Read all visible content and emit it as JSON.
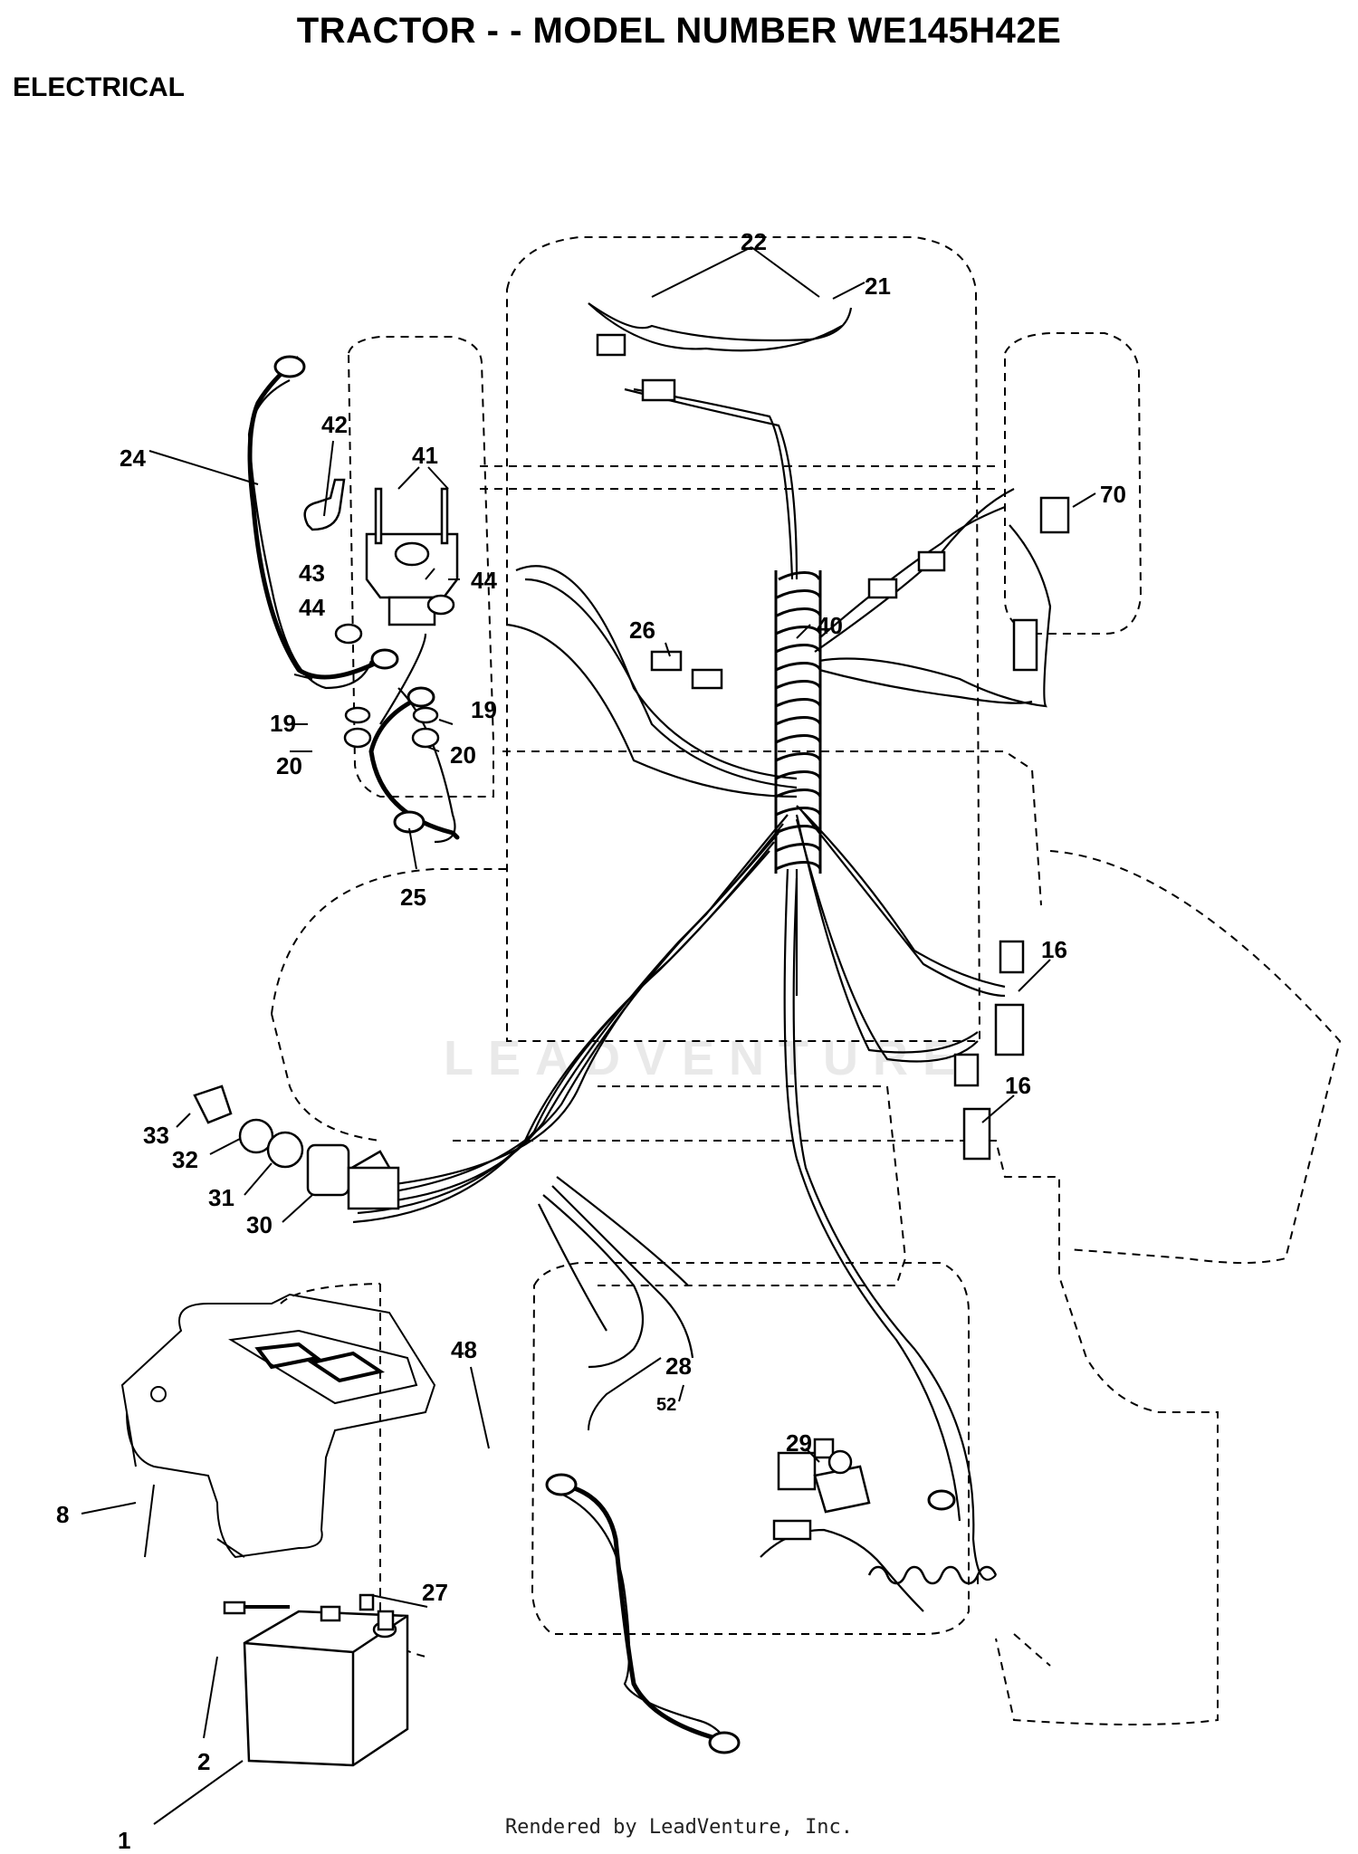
{
  "header": {
    "title": "TRACTOR - - MODEL NUMBER WE145H42E",
    "section": "ELECTRICAL"
  },
  "watermark": "LEADVENTURE",
  "footer": "Rendered by LeadVenture, Inc.",
  "callouts": [
    "1",
    "2",
    "8",
    "16",
    "16",
    "19",
    "19",
    "20",
    "20",
    "21",
    "22",
    "24",
    "25",
    "26",
    "27",
    "28",
    "29",
    "30",
    "31",
    "32",
    "33",
    "40",
    "41",
    "42",
    "43",
    "44",
    "44",
    "48",
    "52",
    "70"
  ]
}
